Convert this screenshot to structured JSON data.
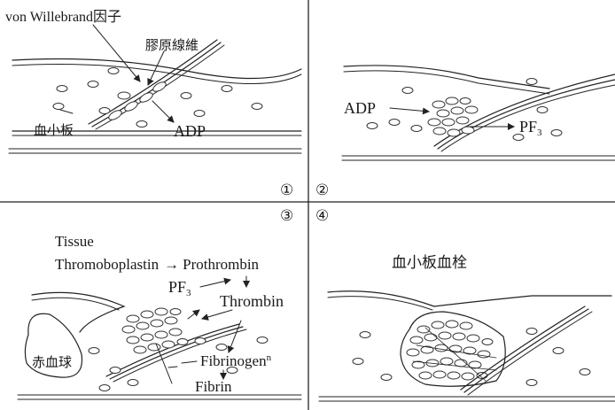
{
  "panel1": {
    "label_vwf": "von Willebrand因子",
    "label_collagen": "膠原線維",
    "label_platelet": "血小板",
    "label_adp": "ADP",
    "number": "①"
  },
  "panel2": {
    "label_adp": "ADP",
    "label_pf3_main": "PF",
    "label_pf3_sub": "3",
    "number": "②"
  },
  "panel3": {
    "label_tissue": "Tissue",
    "label_thromboplastin": "Thromoboplastin",
    "label_arrow": "→",
    "label_prothrombin": "Prothrombin",
    "label_pf3_main": "PF",
    "label_pf3_sub": "3",
    "label_thrombin": "Thrombin",
    "label_fibrinogen": "Fibrinogen",
    "label_fibrinogen_mark": "n",
    "label_fibrin": "Fibrin",
    "label_rbc": "赤血球",
    "number": "③"
  },
  "panel4": {
    "label_title": "血小板血栓",
    "number": "④"
  }
}
